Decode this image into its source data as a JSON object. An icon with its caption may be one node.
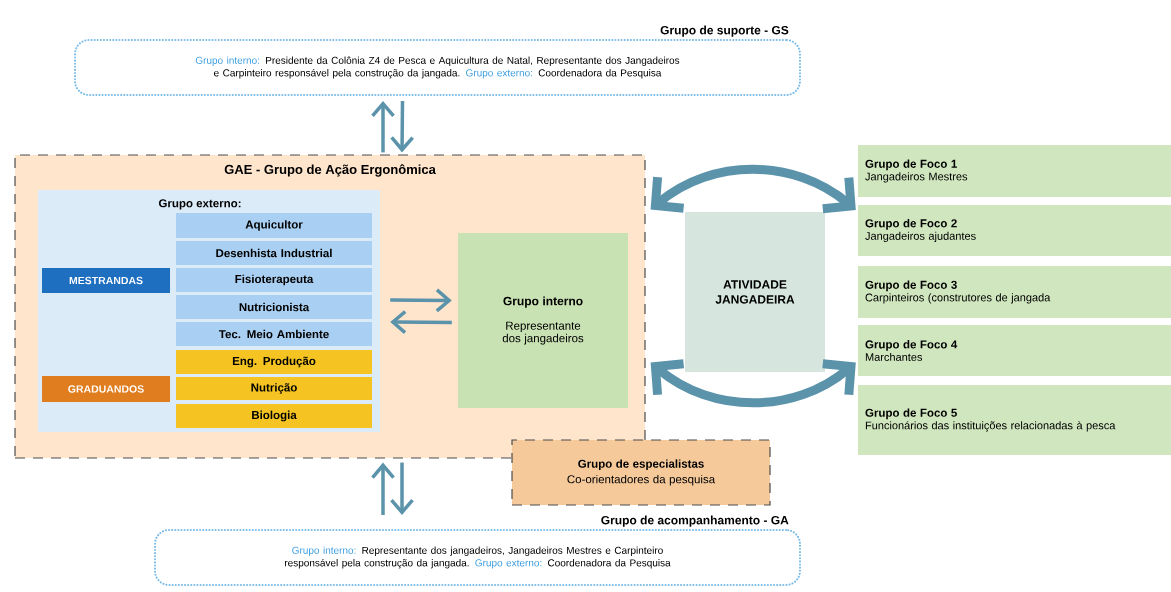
{
  "diagram": {
    "nodes": [
      {
        "text": [
          "Grupo de suporte - GS",
          "Grupo interno:",
          "Presidente da Colônia Z4 de Pesca e Aquicultura de Natal, Representante dos Jangadeiros e Carpinteiro responsável pela construção da jangada.",
          "Grupo externo:",
          "Coordenadora da Pesquisa"
        ]
      },
      {
        "text": [
          "GAE - Grupo de Ação Ergonômica"
        ]
      },
      {
        "text": [
          "Grupo externo:"
        ],
        "in": 1
      },
      {
        "text": [
          "MESTRANDAS"
        ],
        "in": 2
      },
      {
        "text": [
          "Aquicultor"
        ],
        "in": 2
      },
      {
        "text": [
          "Desenhista Industrial"
        ],
        "in": 2
      },
      {
        "text": [
          "Fisioterapeuta"
        ],
        "in": 2
      },
      {
        "text": [
          "Nutricionista"
        ],
        "in": 2
      },
      {
        "text": [
          "Tec. Meio Ambiente"
        ],
        "in": 2
      },
      {
        "text": [
          "GRADUANDOS"
        ],
        "in": 2
      },
      {
        "text": [
          "Eng. Produção"
        ],
        "in": 2
      },
      {
        "text": [
          "Nutrição"
        ],
        "in": 2
      },
      {
        "text": [
          "Biologia"
        ],
        "in": 2
      },
      {
        "text": [
          "Grupo interno",
          "Representante dos jangadeiros"
        ],
        "in": 1
      },
      {
        "text": [
          "ATIVIDADE JANGADEIRA"
        ]
      },
      {
        "text": [
          "Grupo de Foco 1",
          "Jangadeiros Mestres"
        ]
      },
      {
        "text": [
          "Grupo de Foco 2",
          "Jangadeiros ajudantes"
        ]
      },
      {
        "text": [
          "Grupo de Foco 3",
          "Carpinteiros (construtores de jangada"
        ]
      },
      {
        "text": [
          "Grupo de Foco 4",
          "Marchantes"
        ]
      },
      {
        "text": [
          "Grupo de Foco 5",
          "Funcionários das instituições relacionadas à pesca"
        ]
      },
      {
        "text": [
          "Grupo de especialistas",
          "Co-orientadores da pesquisa"
        ]
      },
      {
        "text": [
          "Grupo de acompanhamento - GA",
          "Grupo interno:",
          "Representante dos jangadeiros, Jangadeiros Mestres e Carpinteiro responsável pela construção da jangada.",
          "Grupo externo:",
          "Coordenadora da Pesquisa"
        ]
      }
    ],
    "edges": [
      {
        "from": 1,
        "to": 0,
        "arrow": "to"
      },
      {
        "from": 0,
        "to": 1,
        "arrow": "to"
      },
      {
        "from": 2,
        "to": 13,
        "arrow": "to"
      },
      {
        "from": 13,
        "to": 2,
        "arrow": "to"
      },
      {
        "from": 1,
        "to": 15,
        "arrow": "both",
        "style": "thick"
      },
      {
        "from": 1,
        "to": 18,
        "arrow": "both",
        "style": "thick"
      },
      {
        "from": 21,
        "to": 1,
        "arrow": "to"
      },
      {
        "from": 1,
        "to": 21,
        "arrow": "to"
      }
    ]
  }
}
